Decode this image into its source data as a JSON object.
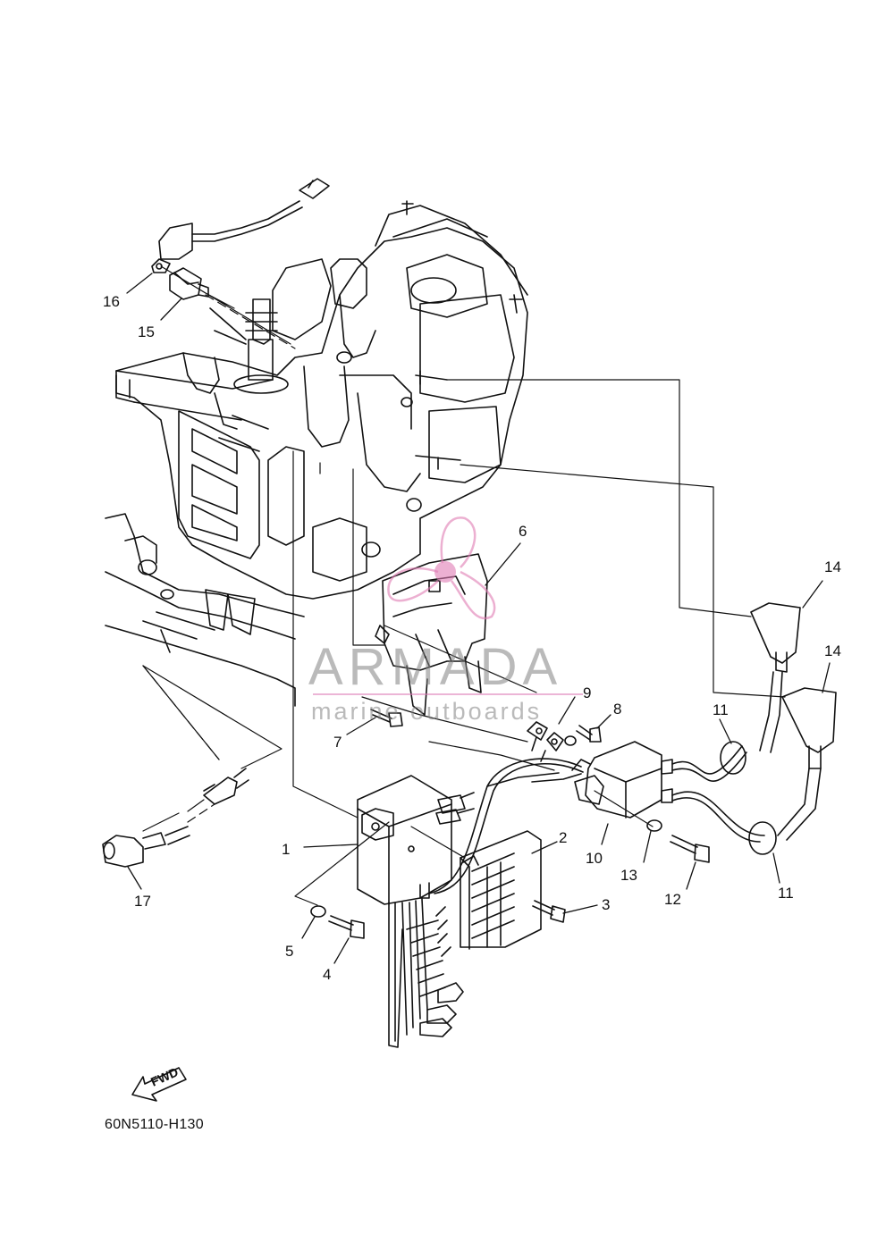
{
  "diagram_code": "60N5110-H130",
  "fwd_label": "FWD",
  "watermark": {
    "brand": "ARMADA",
    "tagline": "marine outboards",
    "accent_color": "#e07cb4"
  },
  "callouts": [
    "1",
    "2",
    "3",
    "4",
    "5",
    "6",
    "7",
    "8",
    "9",
    "10",
    "11",
    "11",
    "12",
    "13",
    "14",
    "14",
    "15",
    "16",
    "17"
  ],
  "colors": {
    "line": "#111111",
    "background": "#ffffff"
  }
}
